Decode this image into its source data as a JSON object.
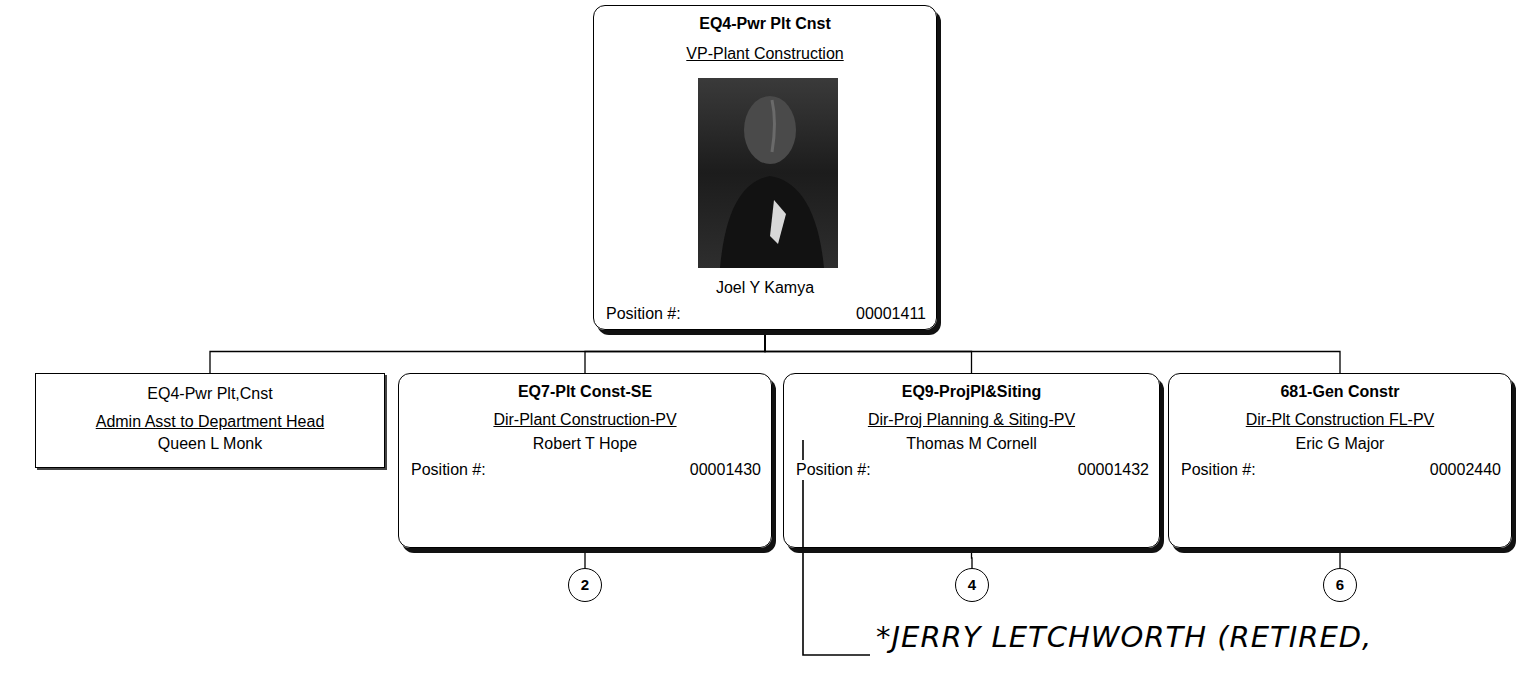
{
  "diagram": {
    "nodes": [
      {
        "text": [
          "EQ4-Pwr Plt Cnst",
          "VP-Plant Construction",
          "Joel Y Kamya",
          "Position #:",
          "00001411"
        ]
      },
      {
        "text": [
          "EQ4-Pwr Plt,Cnst",
          "Admin Asst to Department Head",
          "Queen L Monk"
        ]
      },
      {
        "text": [
          "EQ7-Plt Const-SE",
          "Dir-Plant Construction-PV",
          "Robert T Hope",
          "Position #:",
          "00001430"
        ]
      },
      {
        "text": [
          "EQ9-ProjPl&Siting",
          "Dir-Proj Planning & Siting-PV",
          "Thomas M Cornell",
          "Position #:",
          "00001432"
        ]
      },
      {
        "text": [
          "681-Gen Constr",
          "Dir-Plt Construction FL-PV",
          "Eric G Major",
          "Position #:",
          "00002440"
        ]
      },
      {
        "text": [
          "2"
        ]
      },
      {
        "text": [
          "4"
        ]
      },
      {
        "text": [
          "6"
        ]
      }
    ],
    "edges": [
      {
        "from": 0,
        "to": 1,
        "arrow": "none"
      },
      {
        "from": 0,
        "to": 2,
        "arrow": "none"
      },
      {
        "from": 0,
        "to": 3,
        "arrow": "none"
      },
      {
        "from": 0,
        "to": 4,
        "arrow": "none"
      },
      {
        "from": 2,
        "to": 5,
        "arrow": "none"
      },
      {
        "from": 3,
        "to": 6,
        "arrow": "none"
      },
      {
        "from": 4,
        "to": 7,
        "arrow": "none"
      }
    ],
    "labels": [
      "*JERRY LETCHWORTH (RETIRED,"
    ]
  }
}
